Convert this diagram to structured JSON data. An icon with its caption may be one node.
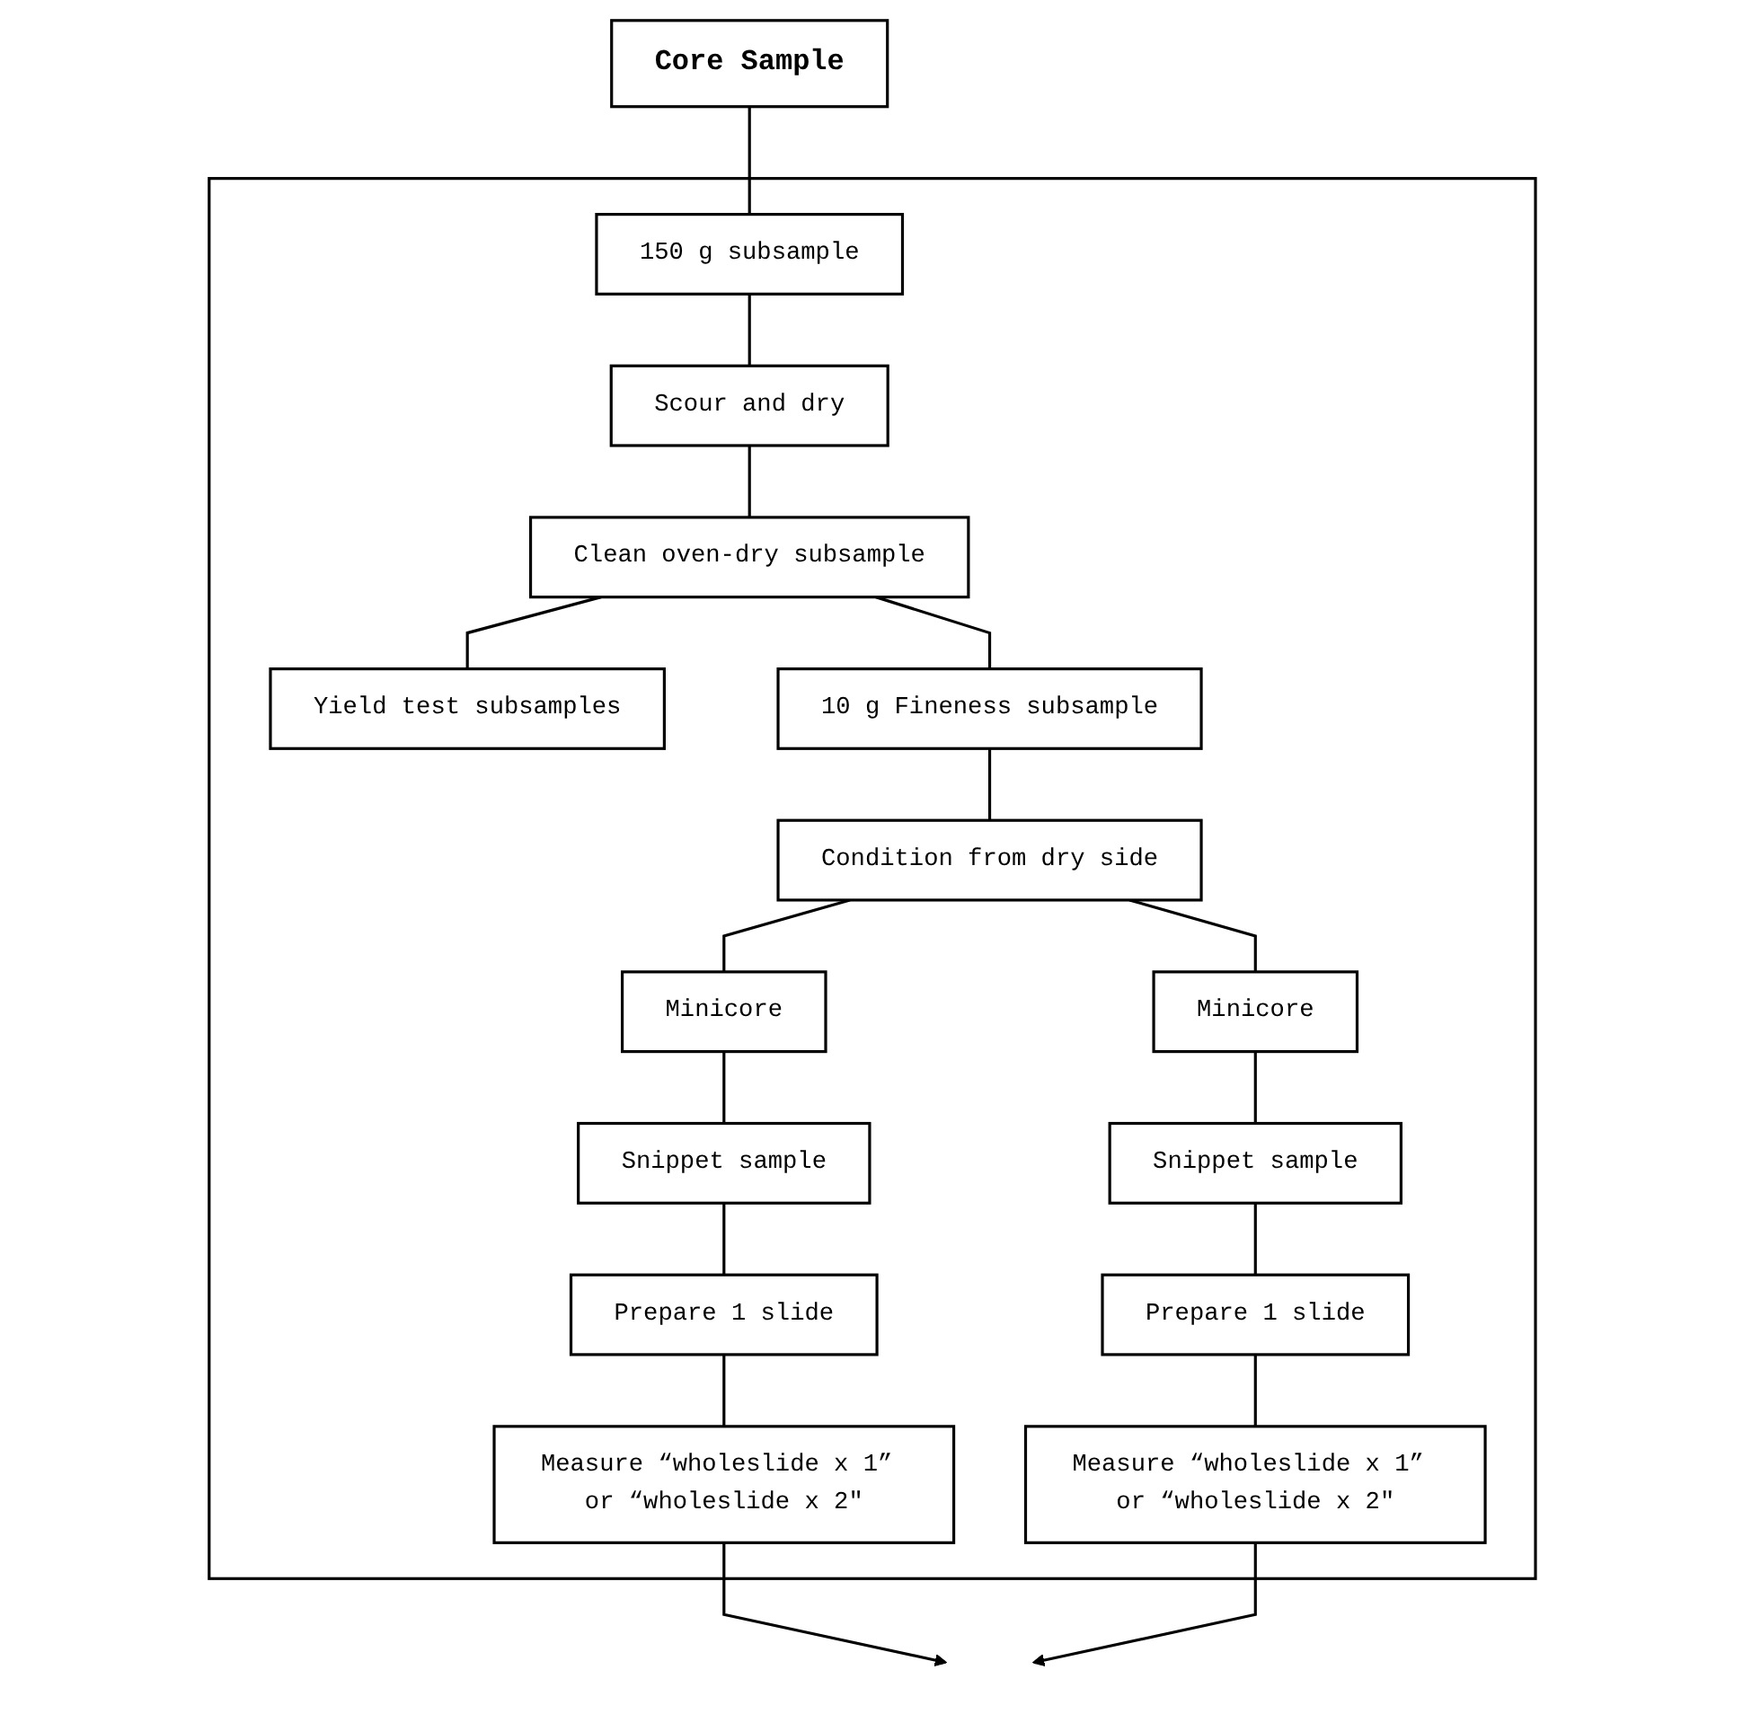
{
  "diagram": {
    "nodes": [
      {
        "text": [
          "Core Sample"
        ]
      },
      {
        "text": [],
        "shape": "box"
      },
      {
        "text": [
          "150 g subsample"
        ],
        "in": 1
      },
      {
        "text": [
          "Scour and dry"
        ],
        "in": 1
      },
      {
        "text": [
          "Clean oven-dry subsample"
        ],
        "in": 1
      },
      {
        "text": [
          "Yield test subsamples"
        ],
        "in": 1
      },
      {
        "text": [
          "10 g Fineness subsample"
        ],
        "in": 1
      },
      {
        "text": [
          "Condition from dry side"
        ],
        "in": 1
      },
      {
        "text": [
          "Minicore"
        ],
        "in": 1
      },
      {
        "text": [
          "Minicore"
        ],
        "in": 1
      },
      {
        "text": [
          "Snippet sample"
        ],
        "in": 1
      },
      {
        "text": [
          "Snippet sample"
        ],
        "in": 1
      },
      {
        "text": [
          "Prepare 1 slide"
        ],
        "in": 1
      },
      {
        "text": [
          "Prepare 1 slide"
        ],
        "in": 1
      },
      {
        "text": [
          "Measure “wholeslide x 1” or “wholeslide x 2\""
        ],
        "in": 1
      },
      {
        "text": [
          "Measure “wholeslide x 1” or “wholeslide x 2\""
        ],
        "in": 1
      }
    ],
    "edges": [
      {
        "from": 0,
        "to": 2,
        "arrow": "none"
      },
      {
        "from": 2,
        "to": 3,
        "arrow": "none"
      },
      {
        "from": 3,
        "to": 4,
        "arrow": "none"
      },
      {
        "from": 4,
        "to": 5,
        "arrow": "none"
      },
      {
        "from": 4,
        "to": 6,
        "arrow": "none"
      },
      {
        "from": 6,
        "to": 7,
        "arrow": "none"
      },
      {
        "from": 7,
        "to": 8,
        "arrow": "none"
      },
      {
        "from": 7,
        "to": 9,
        "arrow": "none"
      },
      {
        "from": 8,
        "to": 10,
        "arrow": "none"
      },
      {
        "from": 10,
        "to": 12,
        "arrow": "none"
      },
      {
        "from": 12,
        "to": 14,
        "arrow": "none"
      },
      {
        "from": 9,
        "to": 11,
        "arrow": "none"
      },
      {
        "from": 11,
        "to": 13,
        "arrow": "none"
      },
      {
        "from": 13,
        "to": 15,
        "arrow": "none"
      },
      {
        "from": 14,
        "to": null,
        "arrow": "to"
      },
      {
        "from": 15,
        "to": null,
        "arrow": "to"
      }
    ]
  }
}
